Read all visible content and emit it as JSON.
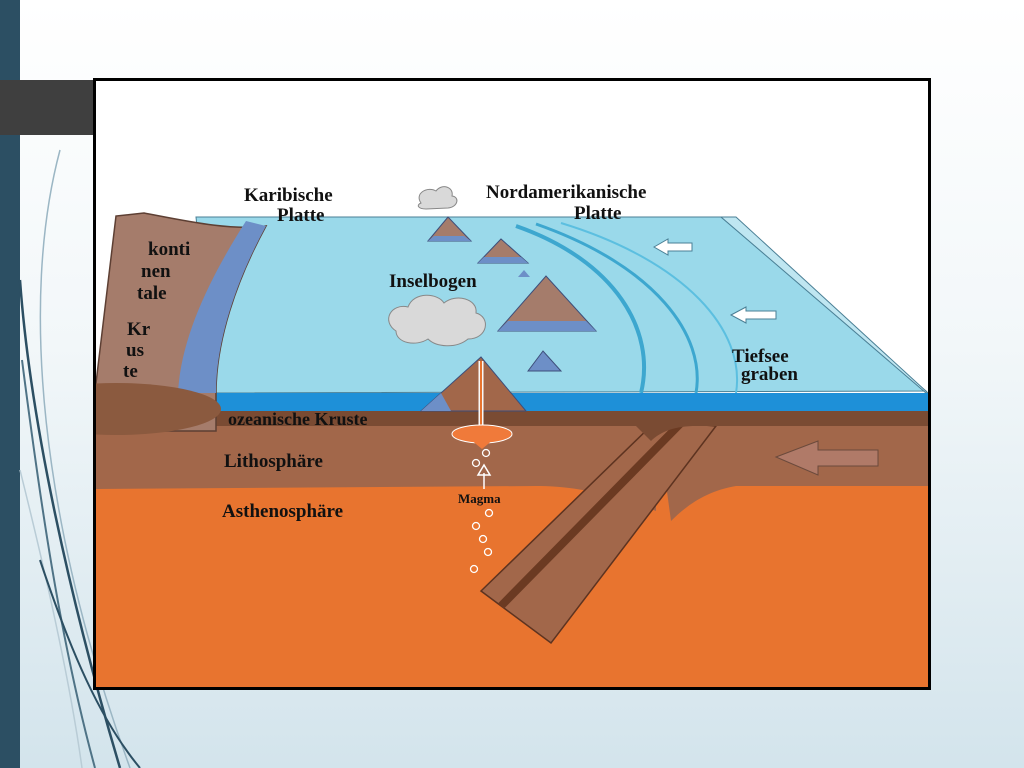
{
  "diagram": {
    "labels": {
      "karibische_1": "Karibische",
      "karibische_2": "Platte",
      "nordamerikanische_1": "Nordamerikanische",
      "nordamerikanische_2": "Platte",
      "kontinentale_1": "konti",
      "kontinentale_2": "nen",
      "kontinentale_3": "tale",
      "kruste_1": "Kr",
      "kruste_2": "us",
      "kruste_3": "te",
      "inselbogen": "Inselbogen",
      "tiefsee_1": "Tiefsee",
      "tiefsee_2": "graben",
      "ozeanische_kruste": "ozeanische Kruste",
      "lithosphaere": "Lithosphäre",
      "asthenosphaere": "Asthenosphäre",
      "magma": "Magma"
    },
    "colors": {
      "ocean_surface": "#9ad9ea",
      "ocean_band": "#1e90d8",
      "lithosphere": "#a2674a",
      "asthenosphere": "#e8742f",
      "continent": "#a57c6b",
      "continent_edge": "#6d8fc7",
      "magma_chamber": "#f07a3a",
      "arrow": "#b07a68"
    }
  }
}
